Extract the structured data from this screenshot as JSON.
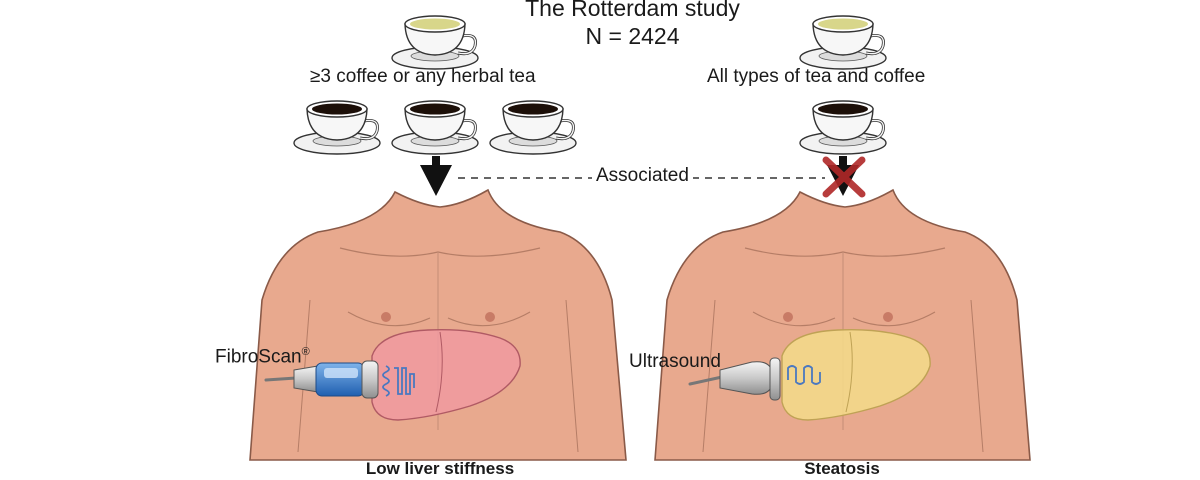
{
  "header": {
    "title": "The Rotterdam study",
    "sample_size": "N = 2424"
  },
  "exposures": {
    "left": "≥3 coffee or any herbal tea",
    "right": "All types of tea and coffee"
  },
  "connector": {
    "label": "Associated"
  },
  "devices": {
    "left_name": "FibroScan",
    "left_mark": "®",
    "right_name": "Ultrasound"
  },
  "outcomes": {
    "left": "Low liver stiffness",
    "right": "Steatosis"
  },
  "icons": {
    "herbal_tea_cup": "herbal-tea-cup-icon",
    "coffee_cup": "coffee-cup-icon",
    "arrow": "down-arrow-icon",
    "cross": "red-x-icon",
    "liver": "liver-icon",
    "torso": "torso-icon"
  },
  "colors": {
    "skin": "#e8a98e",
    "skin_outline": "#8a5a48",
    "liver_left": "#ef9a9f",
    "liver_right": "#f2d98a",
    "tea": "#d8d68a",
    "coffee": "#1c0f08",
    "cross": "#b02828"
  }
}
